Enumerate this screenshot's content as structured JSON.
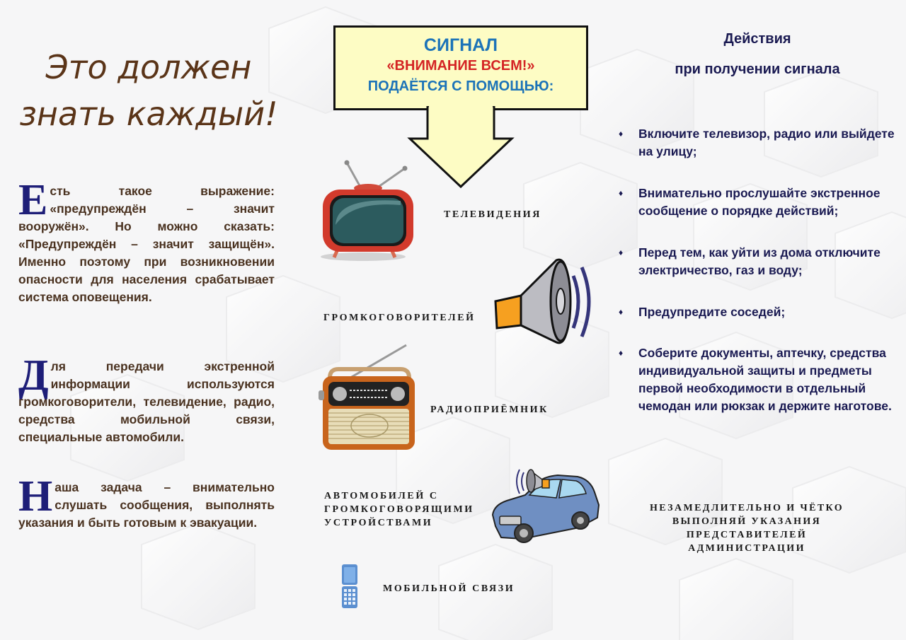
{
  "left": {
    "title_line1": "Это должен",
    "title_line2": "знать каждый!",
    "paragraphs": [
      {
        "dropcap": "Е",
        "text": "сть такое выражение: «предупреждён – значит вооружён». Но можно сказать: «Предупреждён – значит защищён». Именно поэтому при возникновении опасности для населения срабатывает система оповещения."
      },
      {
        "dropcap": "Д",
        "text": "ля передачи экстренной информации используются громкоговорители, телевидение, радио, средства мобильной связи, специальные автомобили."
      },
      {
        "dropcap": "Н",
        "text": "аша задача – внимательно слушать сообщения, выполнять указания и быть готовым к эвакуации."
      }
    ]
  },
  "signal": {
    "line1": "СИГНАЛ",
    "line2": "«ВНИМАНИЕ ВСЕМ!»",
    "line3": "ПОДАЁТСЯ С ПОМОЩЬЮ:"
  },
  "channels": [
    {
      "label": "ТЕЛЕВИДЕНИЯ",
      "icon": "tv-icon"
    },
    {
      "label": "ГРОМКОГОВОРИТЕЛЕЙ",
      "icon": "loudspeaker-icon"
    },
    {
      "label": "РАДИОПРИЁМНИК",
      "icon": "radio-icon"
    },
    {
      "label_lines": [
        "АВТОМОБИЛЕЙ С",
        "ГРОМКОГОВОРЯЩИМИ",
        "УСТРОЙСТВАМИ"
      ],
      "icon": "car-loudspeaker-icon"
    },
    {
      "label": "МОБИЛЬНОЙ СВЯЗИ",
      "icon": "mobile-phone-icon"
    }
  ],
  "actions": {
    "title_line1": "Действия",
    "title_line2": "при получении сигнала",
    "bullet_glyph": "♦",
    "items": [
      "Включите телевизор, радио или выйдете на улицу;",
      "Внимательно прослушайте экстренное сообщение о порядке действий;",
      "Перед тем, как уйти из дома отключите электричество, газ и воду;",
      "Предупредите соседей;",
      "Соберите документы, аптечку, средства индивидуальной защиты и предметы первой необходимости в отдельный чемодан или рюкзак и держите наготове."
    ],
    "footer_lines": [
      "НЕЗАМЕДЛИТЕЛЬНО И ЧЁТКО",
      "ВЫПОЛНЯЙ УКАЗАНИЯ",
      "ПРЕДСТАВИТЕЛЕЙ",
      "АДМИНИСТРАЦИИ"
    ]
  },
  "colors": {
    "title_brown": "#5a3418",
    "dropcap_blue": "#1e1e78",
    "signal_blue": "#1c73b8",
    "signal_red": "#d42424",
    "signal_bg": "#fdfcc4",
    "actions_navy": "#1a1a52"
  }
}
